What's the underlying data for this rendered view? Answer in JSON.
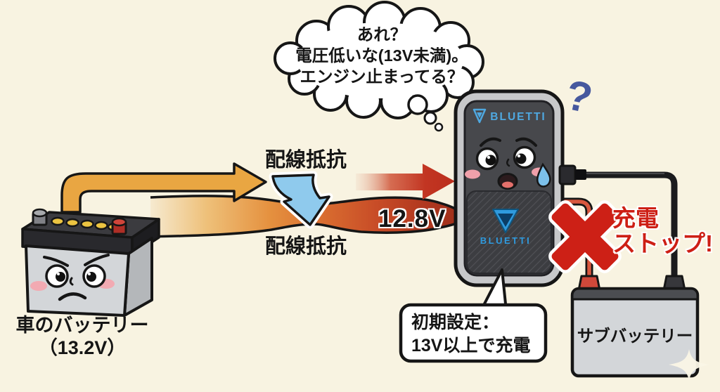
{
  "colors": {
    "background": "#f8f3e1",
    "outline": "#161616",
    "stop_red": "#cd2016",
    "wire_orange": "#e9a642",
    "band_hot_red": "#9c2f1a",
    "resistance_arrow_blue": "#8fcaed",
    "logo_blue": "#4fa8e0",
    "question_blue": "#46589e"
  },
  "thought_bubble": {
    "line1": "あれ？",
    "line2": "電圧低いな(13V未満)。",
    "line3": "エンジン止まってる？"
  },
  "labels": {
    "wiring_resistance_top": "配線抵抗",
    "wiring_resistance_bottom": "配線抵抗",
    "measured_voltage": "12.8V",
    "question_mark": "?",
    "charge_stop_line1": "充電",
    "charge_stop_line2": "ストップ!"
  },
  "car_battery": {
    "label_line1": "車のバッテリー",
    "label_line2": "（13.2V）"
  },
  "device": {
    "brand_top": "BLUETTI",
    "brand_bottom": "BLUETTI"
  },
  "sub_battery": {
    "label": "サブバッテリー"
  },
  "speech_bubble": {
    "line1": "初期設定：",
    "line2": "13V以上で充電"
  }
}
